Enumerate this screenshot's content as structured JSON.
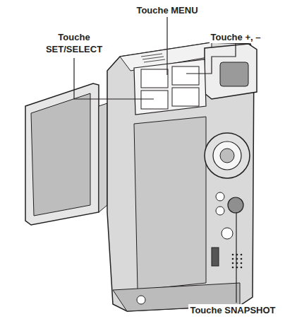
{
  "diagram": {
    "labels": [
      "Touche MENU",
      "Touche SET/SELECT",
      "Touche +, –",
      "Touche SNAPSHOT"
    ]
  }
}
